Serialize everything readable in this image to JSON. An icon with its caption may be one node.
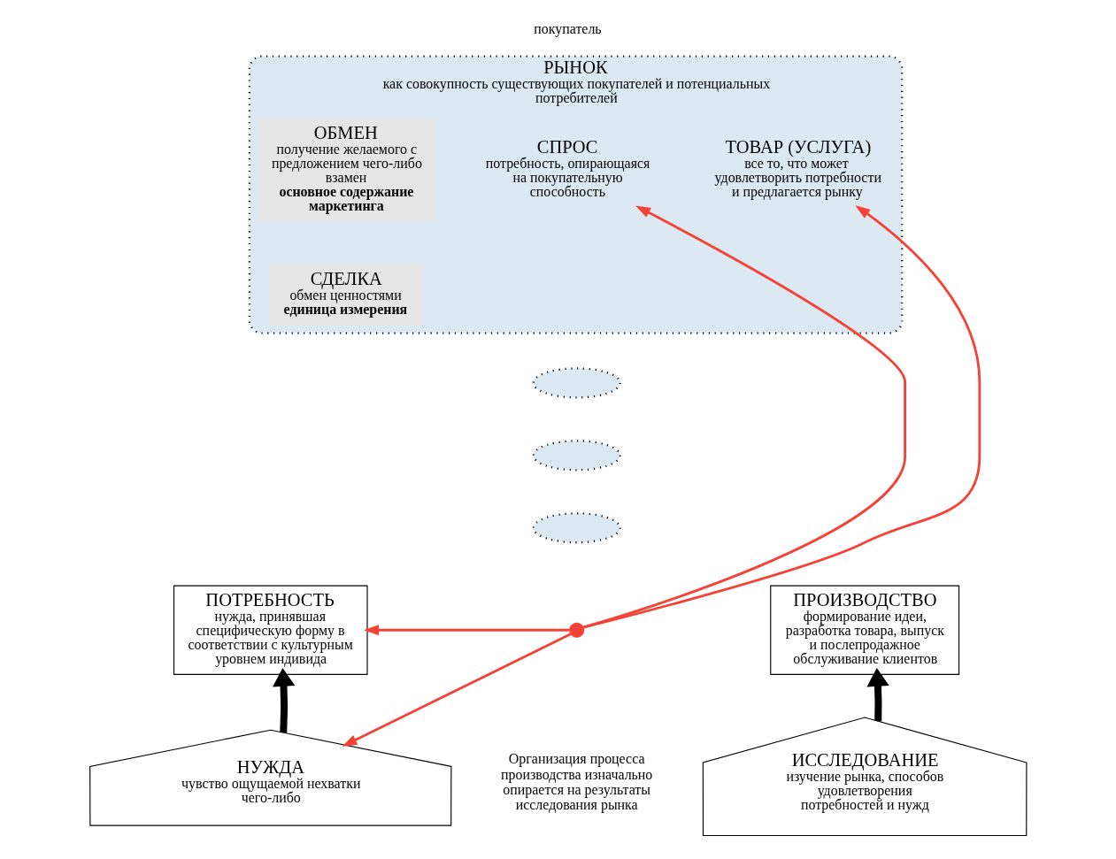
{
  "diagram": {
    "nodes": [
      {
        "text": [
          "РЫНОК",
          "как совокупность существующих покупателей и потенциальных потребителей"
        ]
      },
      {
        "text": [
          "ОБМЕН",
          "получение желаемого с предложением чего-либо взамен",
          "основное содержание маркетинга"
        ],
        "in": 0
      },
      {
        "text": [
          "СПРОС",
          "потребность, опирающаяся на покупательную способность"
        ],
        "in": 0
      },
      {
        "text": [
          "ТОВАР (УСЛУГА)",
          "все то, что может удовлетворить потребности и предлагается рынку"
        ],
        "in": 0
      },
      {
        "text": [
          "СДЕЛКА",
          "обмен ценностями",
          "единица измерения"
        ],
        "in": 0
      },
      {
        "text": [],
        "shape": "ellipse"
      },
      {
        "text": [],
        "shape": "ellipse"
      },
      {
        "text": [],
        "shape": "ellipse"
      },
      {
        "text": [],
        "shape": "circle"
      },
      {
        "text": [
          "ПОТРЕБНОСТЬ",
          "нужда, принявшая специфическую форму в соответствии с культурным уровнем индивида"
        ]
      },
      {
        "text": [
          "ПРОИЗВОДСТВО",
          "формирование идеи, разработка товара, выпуск и послепродажное обслуживание клиентов"
        ]
      },
      {
        "text": [
          "НУЖДА",
          "чувство ощущаемой нехватки чего-либо"
        ]
      },
      {
        "text": [
          "ИССЛЕДОВАНИЕ",
          "изучение рынка, способов удовлетворения потребностей и нужд"
        ]
      }
    ],
    "edges": [
      {
        "from": 8,
        "to": 2,
        "arrow": "to"
      },
      {
        "from": 8,
        "to": 3,
        "arrow": "to"
      },
      {
        "from": 8,
        "to": 9,
        "arrow": "to"
      },
      {
        "from": 8,
        "to": 11,
        "arrow": "to"
      },
      {
        "from": 11,
        "to": 9,
        "arrow": "to",
        "style": "thick",
        "color": "#000000"
      },
      {
        "from": 12,
        "to": 10,
        "arrow": "to",
        "style": "thick",
        "color": "#000000"
      }
    ],
    "labels": [
      "покупатель",
      "Организация процесса производства изначально опирается на результаты исследования рынка"
    ]
  }
}
